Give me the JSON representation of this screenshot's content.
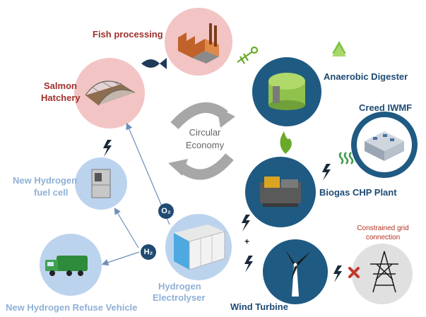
{
  "labels": {
    "fish_processing": "Fish processing",
    "salmon_hatchery_1": "Salmon",
    "salmon_hatchery_2": "Hatchery",
    "anaerobic_digester": "Anaerobic Digester",
    "creed_iwmf": "Creed IWMF",
    "circular_1": "Circular",
    "circular_2": "Economy",
    "hydrogen_fuel_cell_1": "New Hydrogen",
    "hydrogen_fuel_cell_2": "fuel cell",
    "biogas_chp": "Biogas CHP Plant",
    "constrained_grid_1": "Constrained grid",
    "constrained_grid_2": "connection",
    "electrolyser_1": "Hydrogen",
    "electrolyser_2": "Electrolyser",
    "wind_turbine": "Wind Turbine",
    "refuse_vehicle": "New Hydrogen Refuse Vehicle"
  },
  "badges": {
    "oxygen": "O₂",
    "hydrogen": "H₂"
  },
  "plus": "+",
  "colors": {
    "pink_circle": "#f2c4c4",
    "navy_circle": "#1f5a82",
    "light_blue_circle": "#bcd3ee",
    "grey_circle": "#e0e0e0",
    "label_red": "#a0302c",
    "label_navy": "#1d4a73",
    "label_light": "#8fb0d6"
  },
  "icons": [
    "fish-icon",
    "fish-bone-icon",
    "recycle-icon",
    "flame-icon",
    "heat-waves-icon",
    "lightning-icon",
    "red-x-icon",
    "pylon-icon",
    "factory-icon",
    "greenhouse-icon",
    "digester-tank-icon",
    "generator-icon",
    "fuel-cell-icon",
    "electrolyser-icon",
    "truck-icon",
    "wind-turbine-icon",
    "building-icon"
  ]
}
